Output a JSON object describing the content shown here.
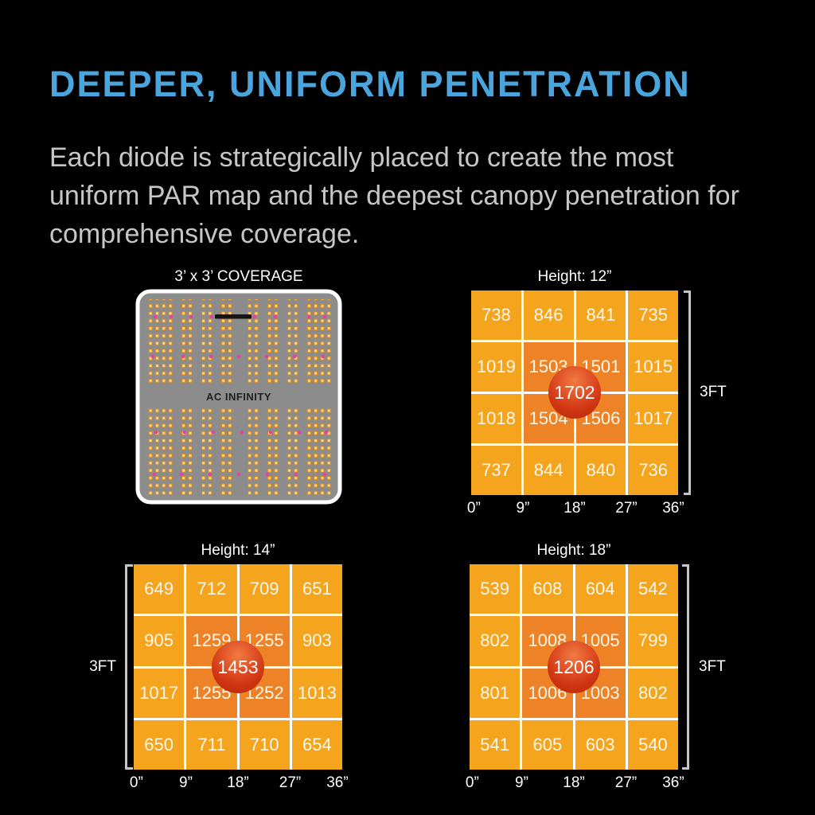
{
  "header": {
    "title": "DEEPER, UNIFORM PENETRATION",
    "description": "Each diode is strategically placed to create the most uniform PAR map and the deepest canopy penetration for comprehensive coverage."
  },
  "board_panel": {
    "caption": "3’ x 3’ COVERAGE",
    "brand": "AC INFINITY"
  },
  "colors": {
    "accent_blue": "#4BA5DD",
    "body_text_gray": "#C6C6C6",
    "cell_orange": "#F5A41E",
    "cell_orange_hot": "#EE8226",
    "peak_red": "#C93210",
    "board_gray": "#8C8C8C",
    "diode_amber": "#F0A335",
    "diode_magenta": "#E83FA8"
  },
  "chart_data": [
    {
      "type": "heatmap",
      "title": "Height: 12”",
      "y_label": "3FT",
      "bracket_side": "right",
      "x_ticks": [
        "0”",
        "9”",
        "18”",
        "27”",
        "36”"
      ],
      "rows": [
        [
          738,
          846,
          841,
          735
        ],
        [
          1019,
          1503,
          1501,
          1015
        ],
        [
          1018,
          1504,
          1506,
          1017
        ],
        [
          737,
          844,
          840,
          736
        ]
      ],
      "center_value": 1702
    },
    {
      "type": "heatmap",
      "title": "Height: 14”",
      "y_label": "3FT",
      "bracket_side": "left",
      "x_ticks": [
        "0”",
        "9”",
        "18”",
        "27”",
        "36”"
      ],
      "rows": [
        [
          649,
          712,
          709,
          651
        ],
        [
          905,
          1259,
          1255,
          903
        ],
        [
          1017,
          1255,
          1252,
          1013
        ],
        [
          650,
          711,
          710,
          654
        ]
      ],
      "center_value": 1453
    },
    {
      "type": "heatmap",
      "title": "Height: 18”",
      "y_label": "3FT",
      "bracket_side": "right",
      "x_ticks": [
        "0”",
        "9”",
        "18”",
        "27”",
        "36”"
      ],
      "rows": [
        [
          539,
          608,
          604,
          542
        ],
        [
          802,
          1008,
          1005,
          799
        ],
        [
          801,
          1006,
          1003,
          802
        ],
        [
          541,
          605,
          603,
          540
        ]
      ],
      "center_value": 1206
    }
  ]
}
